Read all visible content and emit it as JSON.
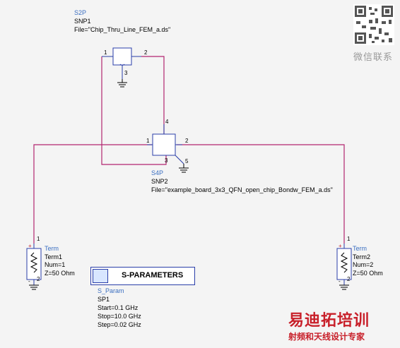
{
  "snp1": {
    "type": "S2P",
    "name": "SNP1",
    "file": "File=\"Chip_Thru_Line_FEM_a.ds\"",
    "pins": [
      "1",
      "2",
      "3"
    ]
  },
  "snp2": {
    "type": "S4P",
    "name": "SNP2",
    "file": "File=\"example_board_3x3_QFN_open_chip_Bondw_FEM_a.ds\"",
    "pins": [
      "1",
      "2",
      "3",
      "4",
      "5"
    ]
  },
  "term1": {
    "type": "Term",
    "name": "Term1",
    "num": "Num=1",
    "z": "Z=50 Ohm",
    "pin_top": "1",
    "pin_bottom": "2"
  },
  "term2": {
    "type": "Term",
    "name": "Term2",
    "num": "Num=2",
    "z": "Z=50 Ohm",
    "pin_top": "1",
    "pin_bottom": "2"
  },
  "sparam": {
    "title": "S-PARAMETERS",
    "type": "S_Param",
    "name": "SP1",
    "start": "Start=0.1 GHz",
    "stop": "Stop=10.0 GHz",
    "step": "Step=0.02 GHz"
  },
  "watermark": {
    "chinese_top": "微信联系",
    "logo_main": "易迪拓培训",
    "logo_sub": "射频和天线设计专家"
  },
  "colors": {
    "wire": "#b2256f",
    "component_blue": "#2a3ea8",
    "label_blue": "#3b6fc1",
    "logo_red": "#c8202a"
  }
}
